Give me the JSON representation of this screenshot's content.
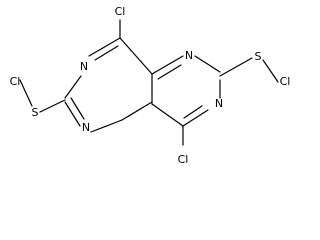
{
  "molecule": {
    "atoms": {
      "cl_top": "Cl",
      "cl_bottom": "Cl",
      "cl_left": "Cl",
      "cl_right": "Cl",
      "s_left": "S",
      "s_right": "S",
      "n_top_left": "N",
      "n_top_right": "N",
      "n_bottom_left": "N",
      "n_bottom_right": "N"
    }
  }
}
